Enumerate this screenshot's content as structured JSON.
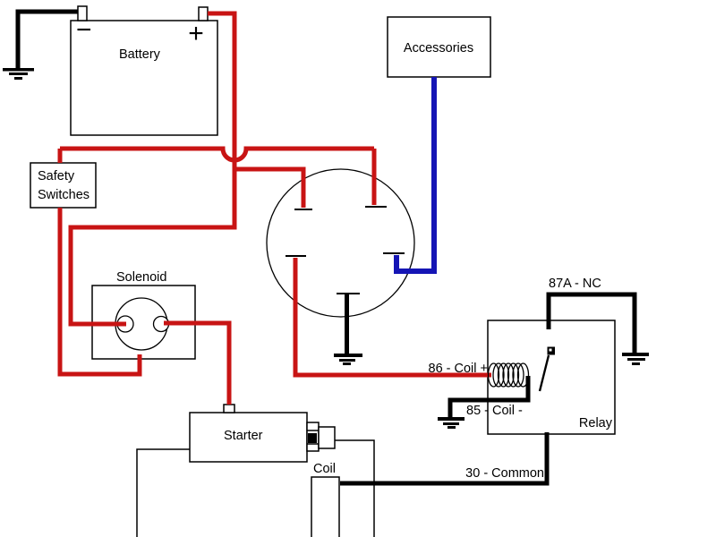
{
  "colors": {
    "wire_red": "#c81414",
    "wire_blue": "#1515b5",
    "wire_black": "#000000",
    "outline": "#000000",
    "background": "#ffffff"
  },
  "labels": {
    "battery": "Battery",
    "battery_minus": "−",
    "battery_plus": "+",
    "accessories": "Accessories",
    "safety_line1": "Safety",
    "safety_line2": "Switches",
    "solenoid": "Solenoid",
    "starter": "Starter",
    "coil": "Coil",
    "relay": "Relay",
    "relay_pin_87a": "87A - NC",
    "relay_pin_86": "86 - Coil +",
    "relay_pin_85": "85 - Coil -",
    "relay_pin_30": "30 - Common"
  }
}
